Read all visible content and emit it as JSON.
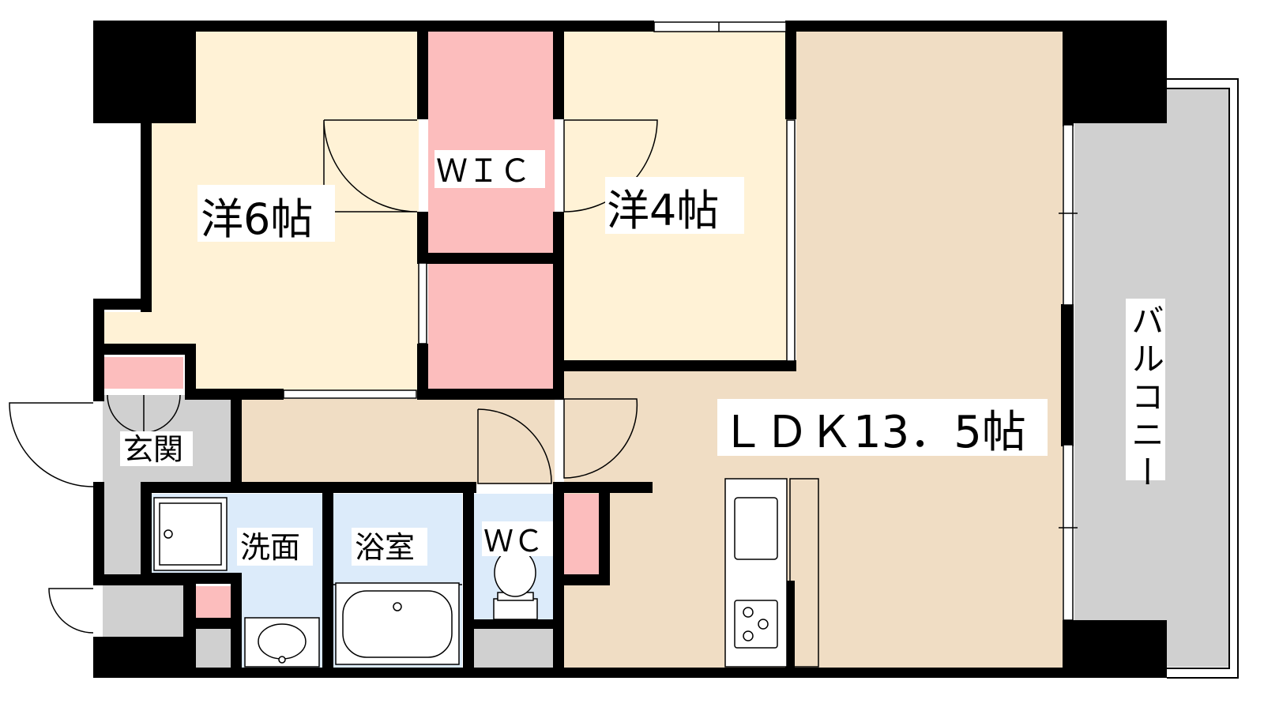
{
  "rooms": {
    "western6": {
      "label": "洋6帖"
    },
    "wic": {
      "label": "ＷＩＣ"
    },
    "western4": {
      "label": "洋4帖"
    },
    "ldk": {
      "label": "ＬＤＫ13．5帖"
    },
    "balcony": {
      "label": "バルコニー"
    },
    "entrance": {
      "label": "玄関"
    },
    "washroom": {
      "label": "洗面"
    },
    "bathroom": {
      "label": "浴室"
    },
    "wc": {
      "label": "ＷＣ"
    }
  },
  "colors": {
    "western": "#fff2d6",
    "ldk": "#f0ddc4",
    "closet": "#fcbdbd",
    "wet": "#dcebfa",
    "gray": "#d0d0d0",
    "wall": "#000000"
  }
}
